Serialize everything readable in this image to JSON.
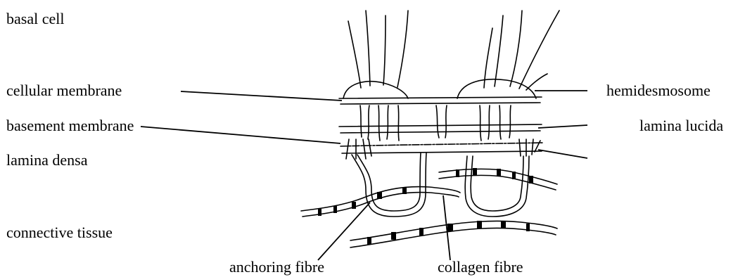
{
  "labels": {
    "basal_cell": "basal cell",
    "cellular_membrane": "cellular membrane",
    "basement_membrane": "basement membrane",
    "lamina_densa": "lamina densa",
    "connective_tissue": "connective tissue",
    "hemidesmosome": "hemidesmosome",
    "lamina_lucida": "lamina lucida",
    "anchoring_fibre": "anchoring fibre",
    "collagen_fibre": "collagen fibre"
  },
  "colors": {
    "ink": "#000000",
    "membrane_fill": "#f7f7f7",
    "background": "#ffffff"
  }
}
